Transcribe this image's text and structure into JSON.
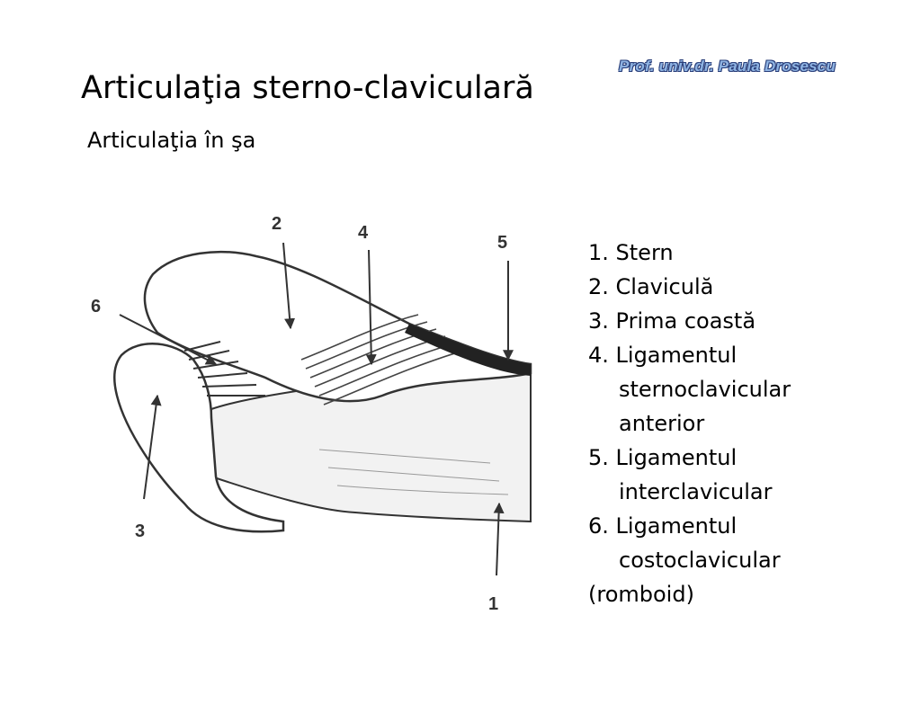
{
  "header": {
    "author": "Prof. univ.dr. Paula Drosescu",
    "title": "Articulaţia sterno-claviculară",
    "subtitle": "Articulaţia în şa"
  },
  "figure": {
    "labels": [
      "1",
      "2",
      "3",
      "4",
      "5",
      "6"
    ]
  },
  "legend": {
    "items": [
      {
        "lines": [
          "1. Stern"
        ]
      },
      {
        "lines": [
          "2. Claviculă"
        ]
      },
      {
        "lines": [
          "3. Prima coastă"
        ]
      },
      {
        "lines": [
          "4. Ligamentul",
          "sternoclavicular",
          "anterior"
        ]
      },
      {
        "lines": [
          "5. Ligamentul",
          "interclavicular"
        ]
      },
      {
        "lines": [
          "6. Ligamentul",
          "costoclavicular"
        ]
      },
      {
        "lines": [
          "(romboid)"
        ]
      }
    ]
  },
  "colors": {
    "author_fill": "#8fb4e3",
    "author_outline": "#2a3f7a",
    "drawing_ink": "#333333"
  }
}
